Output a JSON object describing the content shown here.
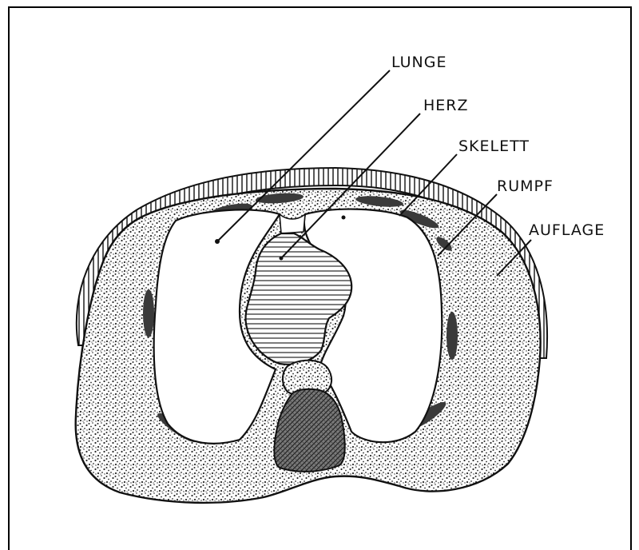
{
  "labels": {
    "lunge": "LUNGE",
    "herz": "HERZ",
    "skelett": "SKELETT",
    "rumpf": "RUMPF",
    "auflage": "AUFLAGE"
  },
  "colors": {
    "ink": "#111111",
    "paper": "#ffffff",
    "speckle": "#2a2a2a",
    "bone": "#3a3a3a",
    "spine": "#6d6d6d"
  }
}
